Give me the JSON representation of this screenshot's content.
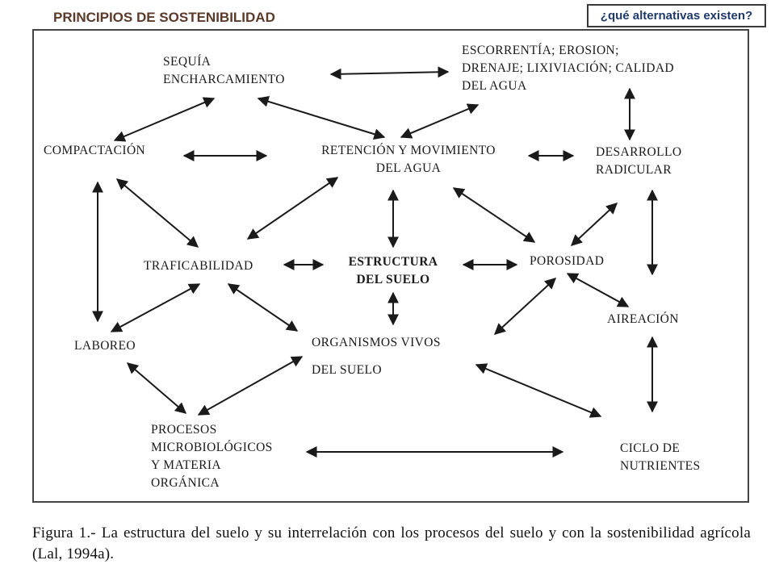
{
  "header": {
    "title": "PRINCIPIOS DE SOSTENIBILIDAD",
    "question": "¿qué alternativas existen?"
  },
  "nodes": {
    "sequia": [
      "SEQUÍA",
      "ENCHARCAMIENTO"
    ],
    "escorrentia": [
      "ESCORRENTÍA; EROSION;",
      "DRENAJE; LIXIVIACIÓN; CALIDAD",
      "DEL AGUA"
    ],
    "compactacion": [
      "COMPACTACIÓN"
    ],
    "retencion": [
      "RETENCIÓN Y MOVIMIENTO",
      "DEL AGUA"
    ],
    "desarrollo": [
      "DESARROLLO",
      "RADICULAR"
    ],
    "traficabilidad": [
      "TRAFICABILIDAD"
    ],
    "estructura": [
      "ESTRUCTURA",
      "DEL SUELO"
    ],
    "porosidad": [
      "POROSIDAD"
    ],
    "aireacion": [
      "AIREACIÓN"
    ],
    "laboreo": [
      "LABOREO"
    ],
    "organismos": [
      "ORGANISMOS VIVOS",
      "DEL SUELO"
    ],
    "procesos": [
      "PROCESOS",
      "MICROBIOLÓGICOS",
      "Y MATERIA",
      "ORGÁNICA"
    ],
    "ciclo": [
      "CICLO DE",
      "NUTRIENTES"
    ]
  },
  "caption": "Figura 1.- La estructura del suelo y su interrelación con los procesos del suelo y con la sostenibilidad agrícola (Lal, 1994a).",
  "colors": {
    "title": "#5b3a2a",
    "question_text": "#1f3a6a",
    "ink": "#1a1a1a"
  }
}
